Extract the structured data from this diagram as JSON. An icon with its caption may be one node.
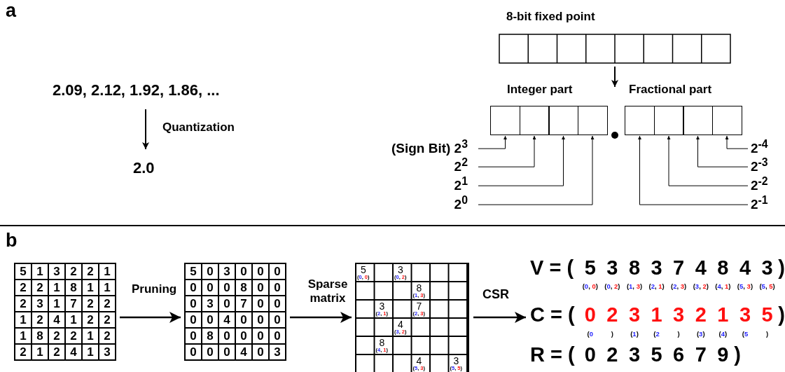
{
  "diagram": {
    "nodes": [
      {
        "text": [
          "2.09, 2.12, 1.92, 1.86, ..."
        ]
      },
      {
        "text": [
          "2.0"
        ]
      },
      {
        "text": [
          "8-bit fixed point"
        ]
      },
      {
        "text": [
          "Integer part"
        ]
      },
      {
        "text": [],
        "shape": "box",
        "in": 3
      },
      {
        "text": [],
        "shape": "box",
        "in": 3
      },
      {
        "text": [],
        "shape": "box",
        "in": 3
      },
      {
        "text": [],
        "shape": "box",
        "in": 3
      },
      {
        "text": [
          "Fractional part"
        ]
      },
      {
        "text": [],
        "shape": "box",
        "in": 8
      },
      {
        "text": [],
        "shape": "box",
        "in": 8
      },
      {
        "text": [],
        "shape": "box",
        "in": 8
      },
      {
        "text": [],
        "shape": "box",
        "in": 8
      },
      {
        "text": [
          "(Sign Bit) 2$^{3}$"
        ]
      },
      {
        "text": [
          "2$^{-4}$"
        ]
      },
      {
        "text": [
          "2$^{2}$"
        ]
      },
      {
        "text": [
          "2$^{-3}$"
        ]
      },
      {
        "text": [
          "2$^{1}$"
        ]
      },
      {
        "text": [
          "2$^{-2}$"
        ]
      },
      {
        "text": [
          "2$^{0}$"
        ]
      },
      {
        "text": [
          "2$^{-1}$"
        ]
      },
      {
        "text": [
          "5",
          "1",
          "3",
          "2",
          "2",
          "1",
          "2",
          "2",
          "1",
          "8",
          "1",
          "1",
          "2",
          "3",
          "1",
          "7",
          "2",
          "2",
          "1",
          "2",
          "4",
          "1",
          "2",
          "2",
          "1",
          "8",
          "2",
          "2",
          "1",
          "2",
          "2",
          "1",
          "2",
          "4",
          "1",
          "3"
        ]
      },
      {
        "text": [
          "5",
          "0",
          "3",
          "0",
          "0",
          "0",
          "0",
          "0",
          "0",
          "8",
          "0",
          "0",
          "0",
          "3",
          "0",
          "7",
          "0",
          "0",
          "0",
          "0",
          "4",
          "0",
          "0",
          "0",
          "0",
          "8",
          "0",
          "0",
          "0",
          "0",
          "0",
          "0",
          "0",
          "4",
          "0",
          "3"
        ]
      },
      {
        "text": [
          "5",
          "(0, 0)",
          "3",
          "(0, 2)",
          "8",
          "(1, 3)",
          "3",
          "(2, 1)",
          "7",
          "(2, 3)",
          "4",
          "(3, 2)",
          "8",
          "(4, 1)",
          "4",
          "(5, 3)",
          "3",
          "(5, 5)"
        ]
      },
      {
        "text": [
          "V = ( 5 3 8 3 7 4 8 4 3 )",
          "(0, 0) (0, 2) (1, 3) (2, 1) (2, 3) (3, 2) (4, 1) (5, 3) (5, 5)"
        ]
      },
      {
        "text": [
          "C = ( 0 2 3 1 3 2 1 3 5 )",
          "(0 ) (1) (2 ) (3) (4) (5 )"
        ]
      },
      {
        "text": [
          "R = ( 0 2 3 5 6 7 9 )"
        ]
      }
    ],
    "edges": [
      {
        "from": 0,
        "to": 1,
        "arrow": "to",
        "label": "Quantization"
      },
      {
        "from": 2,
        "to": 3,
        "arrow": "to"
      },
      {
        "from": 2,
        "to": 8,
        "arrow": "to"
      },
      {
        "from": 13,
        "to": 4,
        "arrow": "to"
      },
      {
        "from": 15,
        "to": 5,
        "arrow": "to"
      },
      {
        "from": 17,
        "to": 6,
        "arrow": "to"
      },
      {
        "from": 19,
        "to": 7,
        "arrow": "to"
      },
      {
        "from": 14,
        "to": 12,
        "arrow": "to"
      },
      {
        "from": 16,
        "to": 11,
        "arrow": "to"
      },
      {
        "from": 18,
        "to": 10,
        "arrow": "to"
      },
      {
        "from": 20,
        "to": 9,
        "arrow": "to"
      },
      {
        "from": 21,
        "to": 22,
        "arrow": "to",
        "label": "Pruning"
      },
      {
        "from": 22,
        "to": 23,
        "arrow": "to",
        "label": "Sparse matrix"
      },
      {
        "from": 23,
        "to": 25,
        "arrow": "to",
        "label": "CSR"
      }
    ],
    "labels": [
      "a",
      "b"
    ]
  }
}
